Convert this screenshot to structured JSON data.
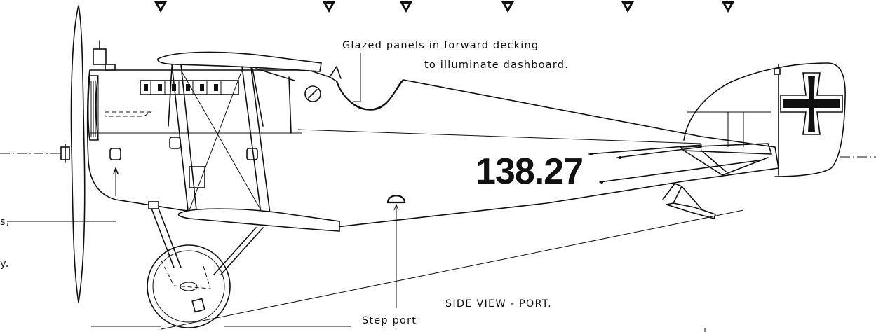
{
  "drawing": {
    "note_glazed_line1": "Glazed panels in forward decking",
    "note_glazed_line2": "to illuminate dashboard.",
    "serial_number": "138.27",
    "view_title": "SIDE VIEW - PORT.",
    "note_step": "Step port",
    "cut_text_1": "s,",
    "cut_text_2": "y."
  },
  "section_markers": {
    "count": 6,
    "icon": "section-arrow-icon"
  },
  "insignia": {
    "icon": "iron-cross-icon"
  }
}
